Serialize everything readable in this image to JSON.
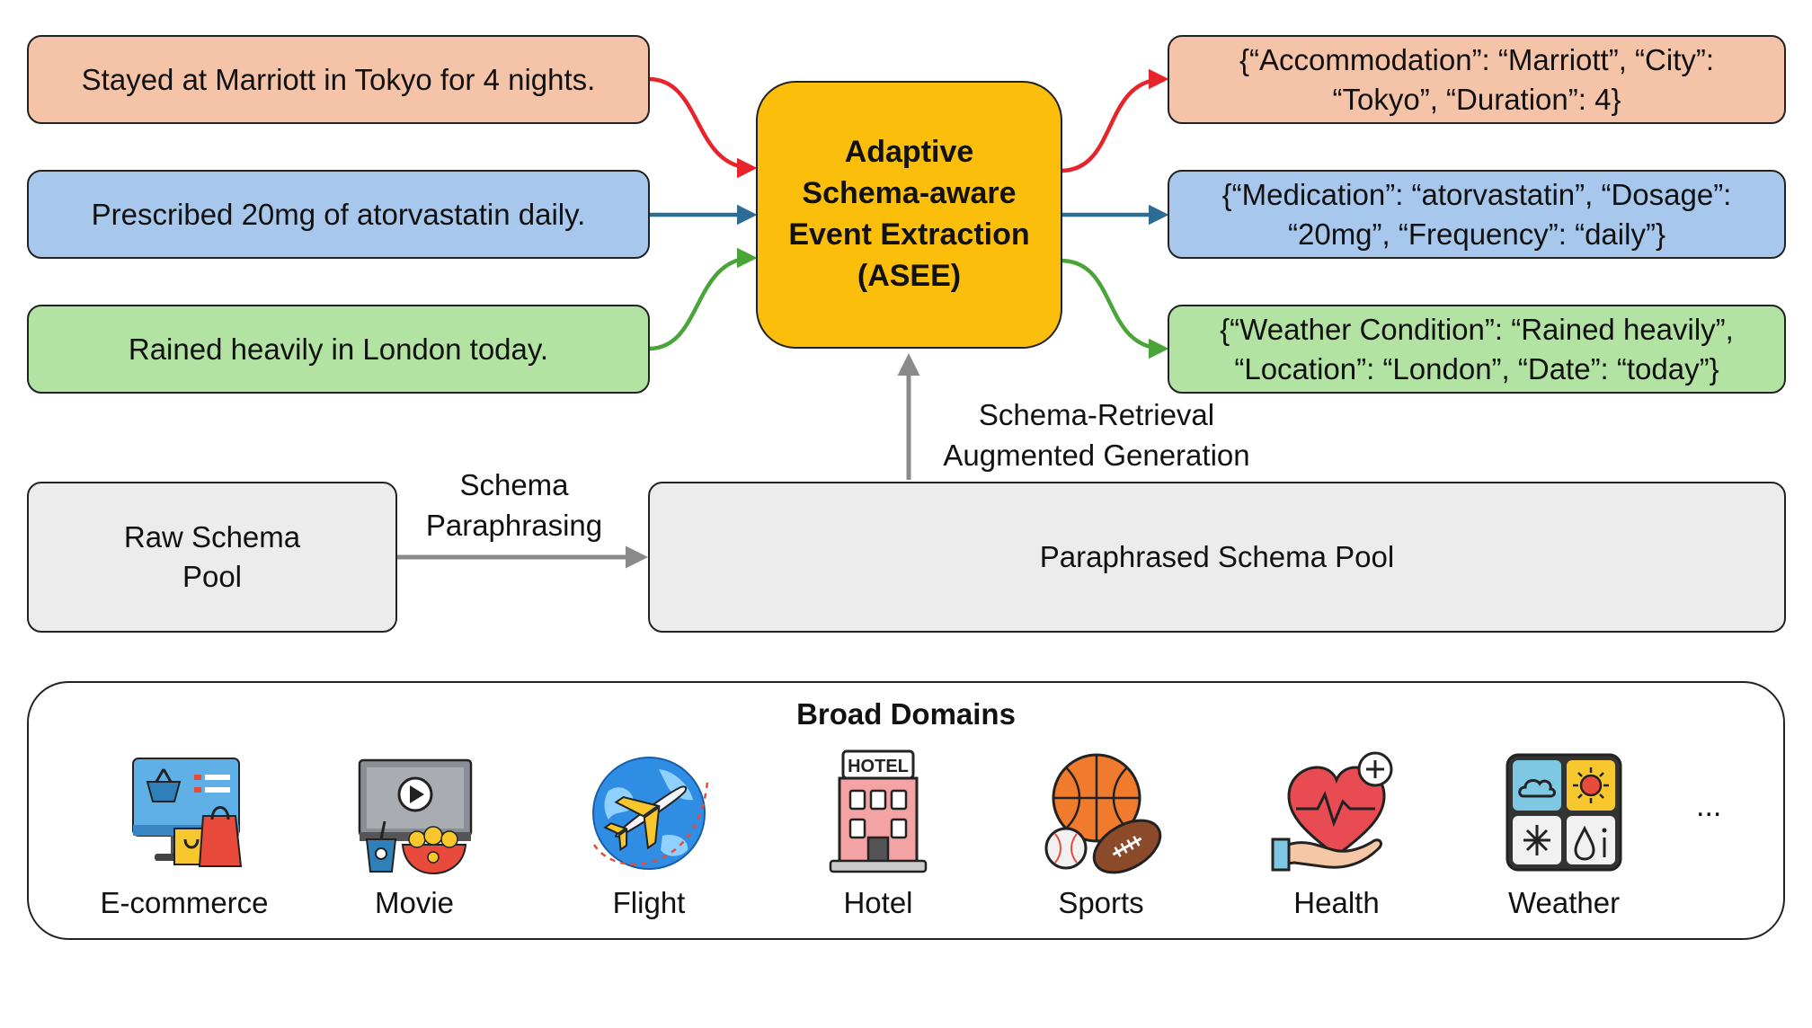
{
  "inputs": [
    {
      "text": "Stayed at Marriott in Tokyo for 4 nights.",
      "color": "#f5c4a8",
      "arrow_color": "#e8242b"
    },
    {
      "text": "Prescribed 20mg of atorvastatin daily.",
      "color": "#a7c8ec",
      "arrow_color": "#2e6d93"
    },
    {
      "text": "Rained heavily in London today.",
      "color": "#b3e3a2",
      "arrow_color": "#4aa538"
    }
  ],
  "core": {
    "line1": "Adaptive",
    "line2": "Schema-aware",
    "line3": "Event Extraction",
    "line4": "(ASEE)",
    "color": "#fbbf0b"
  },
  "outputs": [
    {
      "line1": "{“Accommodation”: “Marriott”, “City”:",
      "line2": "“Tokyo”, “Duration”: 4}"
    },
    {
      "line1": "{“Medication”: “atorvastatin”, “Dosage”:",
      "line2": "“20mg”, “Frequency”: “daily”}"
    },
    {
      "line1": "{“Weather Condition”: “Rained heavily”,",
      "line2": "“Location”: “London”, “Date”: “today”}"
    }
  ],
  "retrieval_label": {
    "line1": "Schema-Retrieval",
    "line2": "Augmented Generation"
  },
  "raw_pool": {
    "line1": "Raw Schema",
    "line2": "Pool"
  },
  "paraphrase_label": {
    "line1": "Schema",
    "line2": "Paraphrasing"
  },
  "paraphrased_pool": "Paraphrased Schema Pool",
  "domains": {
    "title": "Broad Domains",
    "items": [
      {
        "name": "E-commerce",
        "icon": "shopping-icon"
      },
      {
        "name": "Movie",
        "icon": "movie-icon"
      },
      {
        "name": "Flight",
        "icon": "flight-icon"
      },
      {
        "name": "Hotel",
        "icon": "hotel-icon"
      },
      {
        "name": "Sports",
        "icon": "sports-icon"
      },
      {
        "name": "Health",
        "icon": "health-icon"
      },
      {
        "name": "Weather",
        "icon": "weather-icon"
      }
    ],
    "more": "...",
    "hotel_sign": "HOTEL"
  },
  "arrow_gray": "#8a8a8a"
}
